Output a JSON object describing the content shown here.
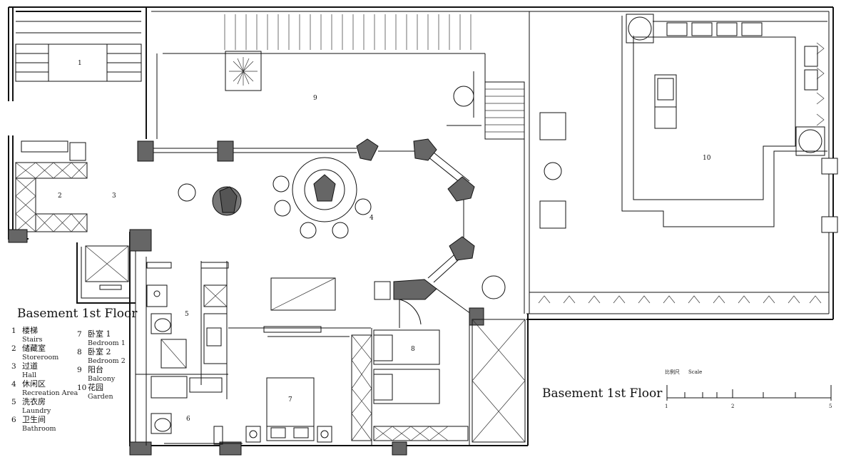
{
  "drawing_title": "Basement 1st Floor",
  "legend": {
    "title": "Basement 1st Floor",
    "items": [
      {
        "num": "1",
        "cn": "楼梯",
        "en": "Stairs"
      },
      {
        "num": "2",
        "cn": "储藏室",
        "en": "Storeroom"
      },
      {
        "num": "3",
        "cn": "过道",
        "en": "Hall"
      },
      {
        "num": "4",
        "cn": "休闲区",
        "en": "Recreation Area"
      },
      {
        "num": "5",
        "cn": "洗衣房",
        "en": "Laundry"
      },
      {
        "num": "6",
        "cn": "卫生间",
        "en": "Bathroom"
      },
      {
        "num": "7",
        "cn": "卧室 1",
        "en": "Bedroom 1"
      },
      {
        "num": "8",
        "cn": "卧室 2",
        "en": "Bedroom 2"
      },
      {
        "num": "9",
        "cn": "阳台",
        "en": "Balcony"
      },
      {
        "num": "10",
        "cn": "花园",
        "en": "Garden"
      }
    ]
  },
  "rooms": {
    "r1": "1",
    "r2": "2",
    "r3": "3",
    "r4": "4",
    "r5": "5",
    "r6": "6",
    "r7": "7",
    "r8": "8",
    "r9": "9",
    "r10": "10"
  },
  "scale_bar": {
    "label_cn": "比例尺",
    "label_en": "Scale",
    "ticks": [
      "1",
      "2",
      "5"
    ]
  }
}
